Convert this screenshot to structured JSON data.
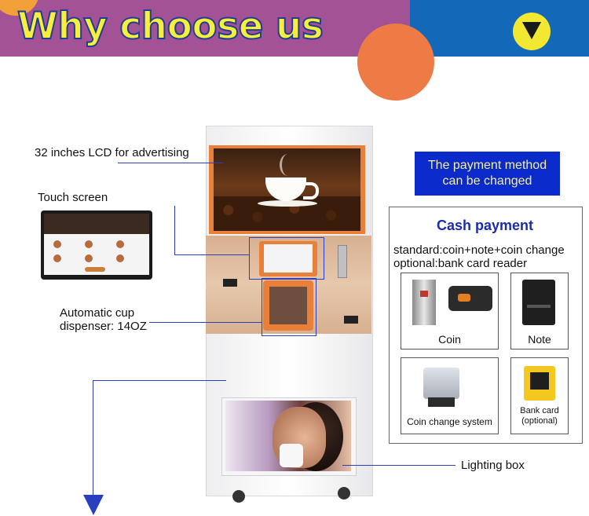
{
  "header": {
    "title": "Why choose us",
    "badge_icon": "chevron-down-triangle-icon",
    "colors": {
      "purple": "#a45296",
      "blue": "#1468b8",
      "orange": "#ee7a45",
      "title_yellow": "#f7ee3d"
    }
  },
  "callouts": {
    "lcd": "32 inches LCD for advertising",
    "touch": "Touch screen",
    "dispenser_line1": "Automatic cup",
    "dispenser_line2": "dispenser: 14OZ",
    "lighting": "Lighting box"
  },
  "payment": {
    "badge_line1": "The payment method",
    "badge_line2": "can be changed",
    "title": "Cash payment",
    "standard": "standard:coin+note+coin change",
    "optional": "optional:bank card reader",
    "items": [
      {
        "label": "Coin"
      },
      {
        "label": "Note"
      },
      {
        "label": "Coin change system"
      },
      {
        "label_line1": "Bank card",
        "label_line2": "(optional)"
      }
    ]
  }
}
